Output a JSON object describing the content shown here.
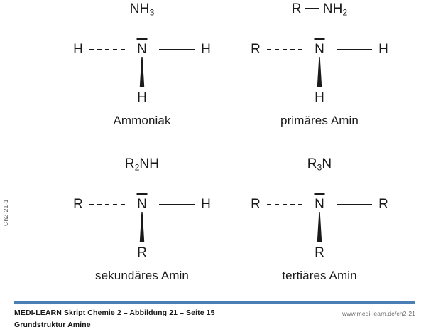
{
  "figure": {
    "side_code": "Ch2-21-1",
    "molecules": [
      {
        "id": "ammonia",
        "formula_parts": {
          "pre": "NH",
          "sub": "3",
          "post": "",
          "has_bond": false
        },
        "formula_text": "NH3",
        "center_atom": "N",
        "left_substituent": "H",
        "right_substituent": "H",
        "bottom_substituent": "H",
        "caption": "Ammoniak"
      },
      {
        "id": "primary-amine",
        "formula_parts": {
          "pre": "R",
          "sub": "2",
          "post": "NH",
          "has_bond": true
        },
        "formula_text": "R — NH2",
        "center_atom": "N",
        "left_substituent": "R",
        "right_substituent": "H",
        "bottom_substituent": "H",
        "caption": "primäres Amin"
      },
      {
        "id": "secondary-amine",
        "formula_parts": {
          "pre": "R",
          "sub": "2",
          "post": "NH",
          "has_bond": false
        },
        "formula_text": "R2NH",
        "center_atom": "N",
        "left_substituent": "R",
        "right_substituent": "H",
        "bottom_substituent": "R",
        "caption": "sekundäres Amin"
      },
      {
        "id": "tertiary-amine",
        "formula_parts": {
          "pre": "R",
          "sub": "3",
          "post": "N",
          "has_bond": false
        },
        "formula_text": "R3N",
        "center_atom": "N",
        "left_substituent": "R",
        "right_substituent": "R",
        "bottom_substituent": "R",
        "caption": "tertiäres Amin"
      }
    ],
    "formula_labels": {
      "ammonia_pre": "NH",
      "ammonia_sub": "3",
      "primary_pre": "R",
      "primary_post": "NH",
      "primary_sub": "2",
      "secondary_pre": "R",
      "secondary_sub": "2",
      "secondary_post": "NH",
      "tertiary_pre": "R",
      "tertiary_sub": "3",
      "tertiary_post": "N"
    }
  },
  "footer": {
    "line1": "MEDI-LEARN Skript Chemie 2 – Abbildung 21 – Seite 15",
    "line2": "Grundstruktur Amine",
    "url": "www.medi-learn.de/ch2-21",
    "rule_color": "#4a7fb5"
  }
}
